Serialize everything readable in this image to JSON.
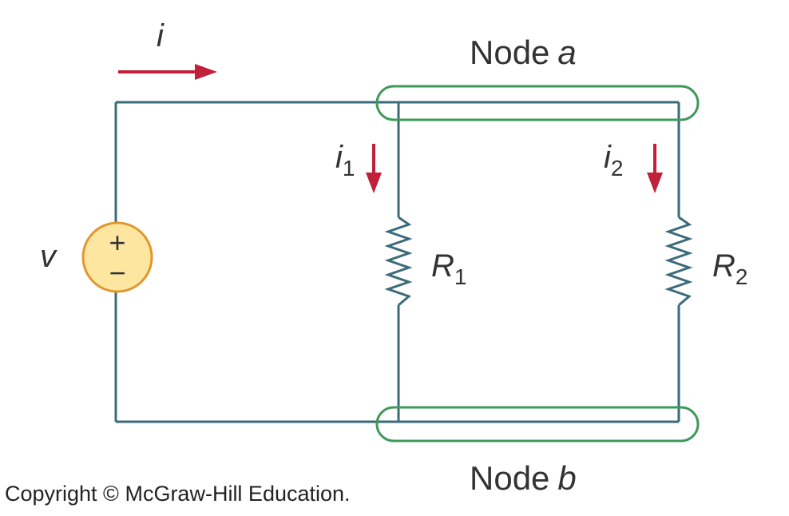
{
  "colors": {
    "wire": "#3b6b7a",
    "node_outline": "#3e9a5b",
    "arrow": "#c0203a",
    "source_fill": "#fde7a0",
    "source_stroke": "#e3962e",
    "text": "#333333"
  },
  "labels": {
    "current_total": "i",
    "current_1": "i",
    "current_1_sub": "1",
    "current_2": "i",
    "current_2_sub": "2",
    "voltage": "v",
    "resistor_1": "R",
    "resistor_1_sub": "1",
    "resistor_2": "R",
    "resistor_2_sub": "2",
    "node_a_word": "Node",
    "node_a_letter": "a",
    "node_b_word": "Node",
    "node_b_letter": "b",
    "source_plus": "+",
    "source_minus": "−",
    "copyright": "Copyright © McGraw-Hill Education."
  }
}
